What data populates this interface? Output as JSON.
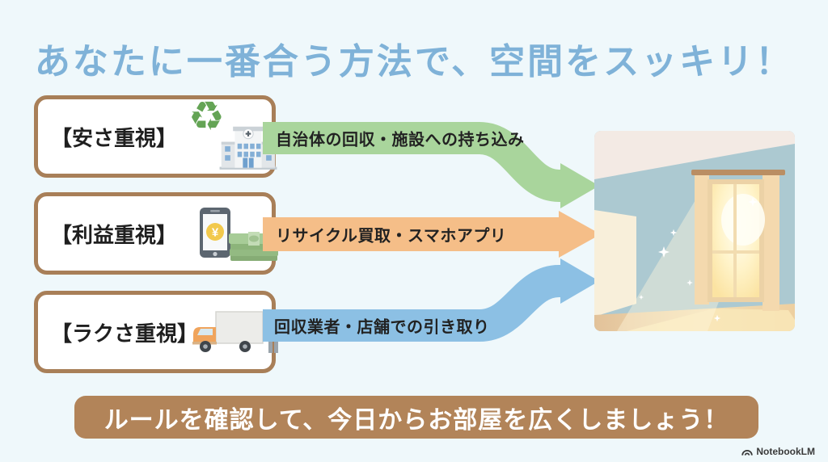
{
  "title": "あなたに一番合う方法で、空間をスッキリ！",
  "options": [
    {
      "label": "【安さ重視】",
      "method": "自治体の回収・施設への持ち込み"
    },
    {
      "label": "【利益重視】",
      "method": "リサイクル買取・スマホアプリ"
    },
    {
      "label": "【ラクさ重視】",
      "method": "回収業者・店舗での引き取り"
    }
  ],
  "footer_message": "ルールを確認して、今日からお部屋を広くしましょう！",
  "watermark": "NotebookLM",
  "glyphs": {
    "recycle": "♻",
    "yen": "¥"
  },
  "colors": {
    "background": "#EFF8FB",
    "title": "#7FB2D8",
    "box_border": "#A87F58",
    "arrow_green": "#A9D59C",
    "arrow_orange": "#F5BE88",
    "arrow_blue": "#8CC0E4",
    "banner": "#B28459",
    "banner_text": "#FFFFFF",
    "label_text": "#222222"
  }
}
